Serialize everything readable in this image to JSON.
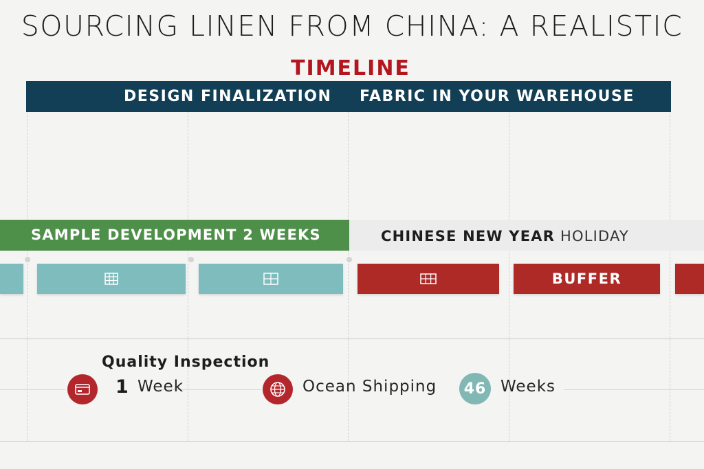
{
  "title": "SOURCING LINEN FROM CHINA:  A REALISTIC",
  "subtitle": "TIMELINE",
  "header": {
    "left_label": "DESIGN FINALIZATION",
    "right_label": "FABRIC IN YOUR WAREHOUSE"
  },
  "phases": {
    "sample_development": "SAMPLE DEVELOPMENT 2 WEEKS",
    "cny_bold": "CHINESE NEW YEAR",
    "cny_light": "HOLIDAY"
  },
  "blocks": {
    "buffer_label": "BUFFER",
    "icons": [
      "calendar-grid-icon",
      "calendar-grid-icon",
      "calendar-grid-icon"
    ]
  },
  "legend": {
    "quality_heading": "Quality Inspection",
    "quality_number": "1",
    "quality_unit": "Week",
    "shipping_label": "Ocean Shipping",
    "shipping_number": "46",
    "shipping_unit": "Weeks"
  },
  "colors": {
    "navy": "#123f55",
    "green": "#4e8f4a",
    "teal": "#7fbcbd",
    "red": "#ad2a27",
    "title_red": "#b3161e"
  }
}
